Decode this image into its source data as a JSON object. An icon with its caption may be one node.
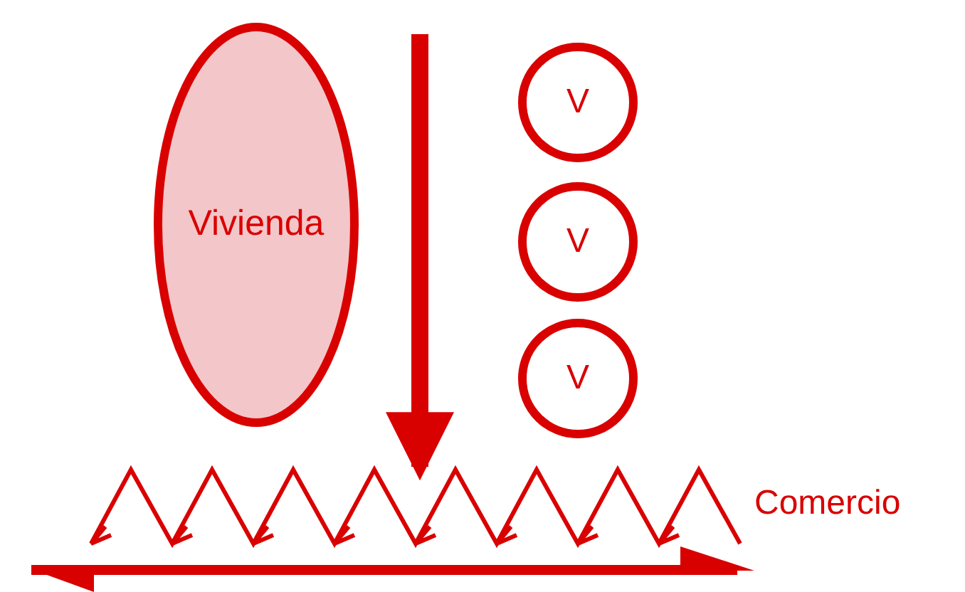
{
  "diagram": {
    "nodes": [
      {
        "text": [
          "Vivienda"
        ]
      },
      {
        "text": [
          "V"
        ]
      },
      {
        "text": [
          "V"
        ]
      },
      {
        "text": [
          "V"
        ]
      },
      {
        "text": [],
        "shape": "zigzag",
        "beside": [
          "Comercio"
        ]
      }
    ],
    "edges": [
      {
        "from": null,
        "to": 4,
        "arrow": "to"
      }
    ]
  }
}
